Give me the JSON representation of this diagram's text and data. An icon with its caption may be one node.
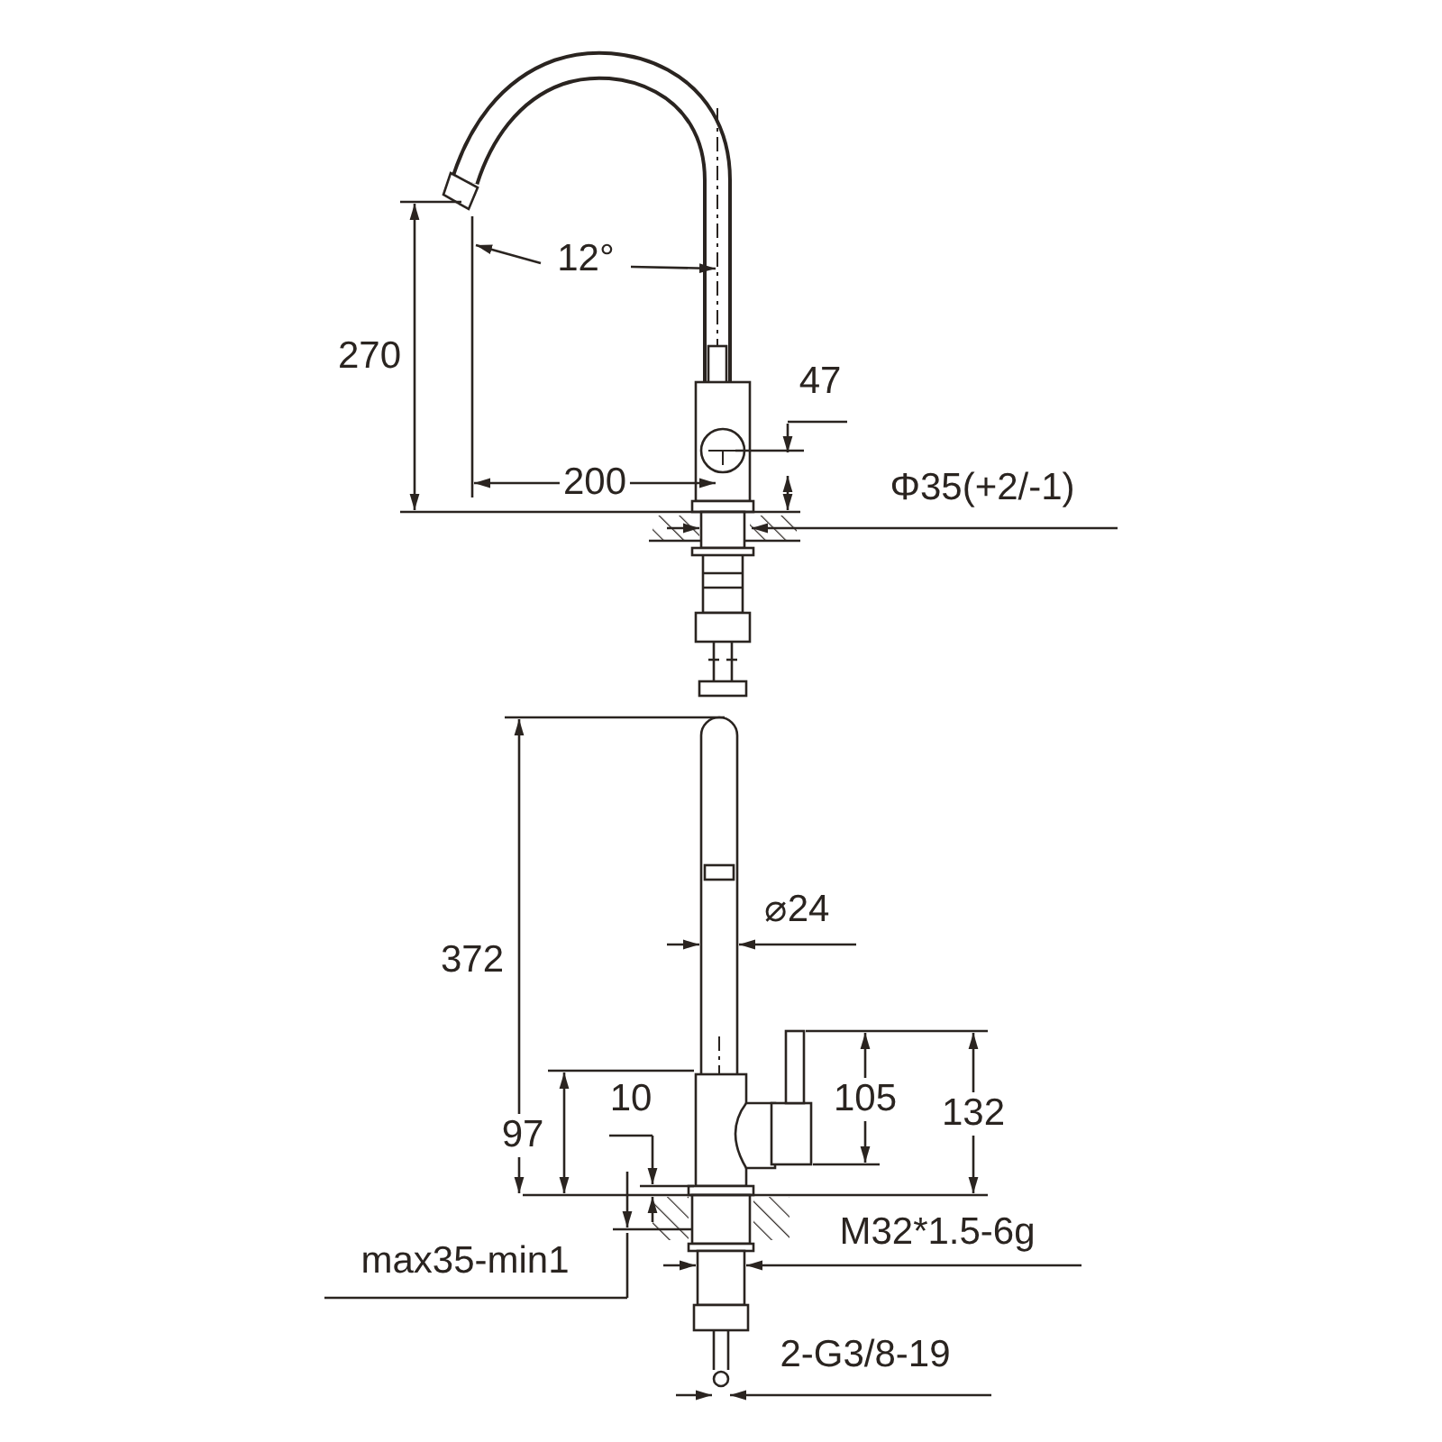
{
  "diagram": {
    "labels": [
      "12°",
      "270",
      "47",
      "200",
      "Φ35(+2/-1)",
      "⌀24",
      "372",
      "10",
      "105",
      "132",
      "97",
      "M32*1.5-6g",
      "max35-min1",
      "2-G3/8-19"
    ]
  }
}
